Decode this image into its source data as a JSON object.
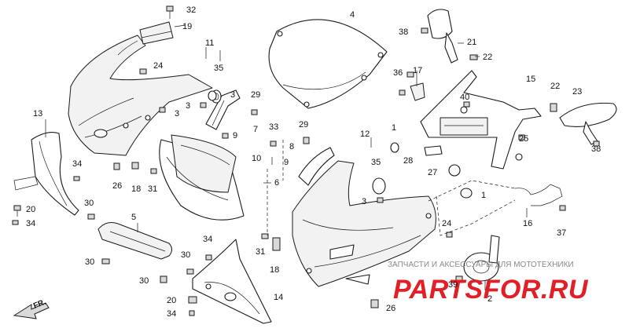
{
  "labels": {
    "l1": "1",
    "l1b": "1",
    "l2": "2",
    "l3": "3",
    "l3b": "3",
    "l4": "4",
    "l5": "5",
    "l6": "6",
    "l7": "7",
    "l8": "8",
    "l9": "9",
    "l9b": "9",
    "l10": "10",
    "l11": "11",
    "l12": "12",
    "l13": "13",
    "l14": "14",
    "l15": "15",
    "l16": "16",
    "l17": "17",
    "l18": "18",
    "l18b": "18",
    "l19": "19",
    "l20": "20",
    "l20b": "20",
    "l21": "21",
    "l22": "22",
    "l22b": "22",
    "l23": "23",
    "l24": "24",
    "l24b": "24",
    "l25": "25",
    "l26": "26",
    "l26b": "26",
    "l27": "27",
    "l28": "28",
    "l29": "29",
    "l29b": "29",
    "l30": "30",
    "l30b": "30",
    "l30c": "30",
    "l30d": "30",
    "l31": "31",
    "l31b": "31",
    "l32": "32",
    "l33": "33",
    "l34": "34",
    "l34b": "34",
    "l34c": "34",
    "l34d": "34",
    "l35": "35",
    "l35b": "35",
    "l36": "36",
    "l37": "37",
    "l38": "38",
    "l38b": "38",
    "l39": "39",
    "l3c": "3",
    "l40": "40"
  },
  "direction_marker": "FR.",
  "watermark": {
    "tagline": "ЗАПЧАСТИ И АКСЕССУАРЫ ДЛЯ МОТОТЕХНИКИ",
    "brand": "PARTSFOR.RU"
  },
  "colors": {
    "line": "#1a1a1a",
    "watermark_red": "#e21e26",
    "watermark_grey": "#8a8a8a"
  }
}
